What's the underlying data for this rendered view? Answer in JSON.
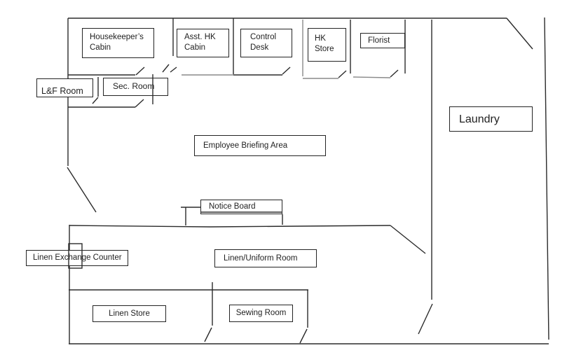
{
  "diagram_type": "floor-plan",
  "rooms": {
    "housekeepers_cabin": "Housekeeper’s Cabin",
    "asst_hk_cabin": "Asst. HK Cabin",
    "control_desk": "Control Desk",
    "hk_store": "HK Store",
    "florist": "Florist",
    "laundry": "Laundry",
    "lnf_room": "L&F Room",
    "sec_room": "Sec. Room",
    "employee_briefing_area": "Employee Briefing Area",
    "notice_board": "Notice Board",
    "linen_exchange_counter": "Linen Exchange Counter",
    "linen_uniform_room": "Linen/Uniform Room",
    "linen_store": "Linen Store",
    "sewing_room": "Sewing Room"
  },
  "colors": {
    "wall": "#2b2b2b",
    "wall_gray": "#8a8a8a",
    "text": "#1f1f1f",
    "background": "#ffffff"
  }
}
